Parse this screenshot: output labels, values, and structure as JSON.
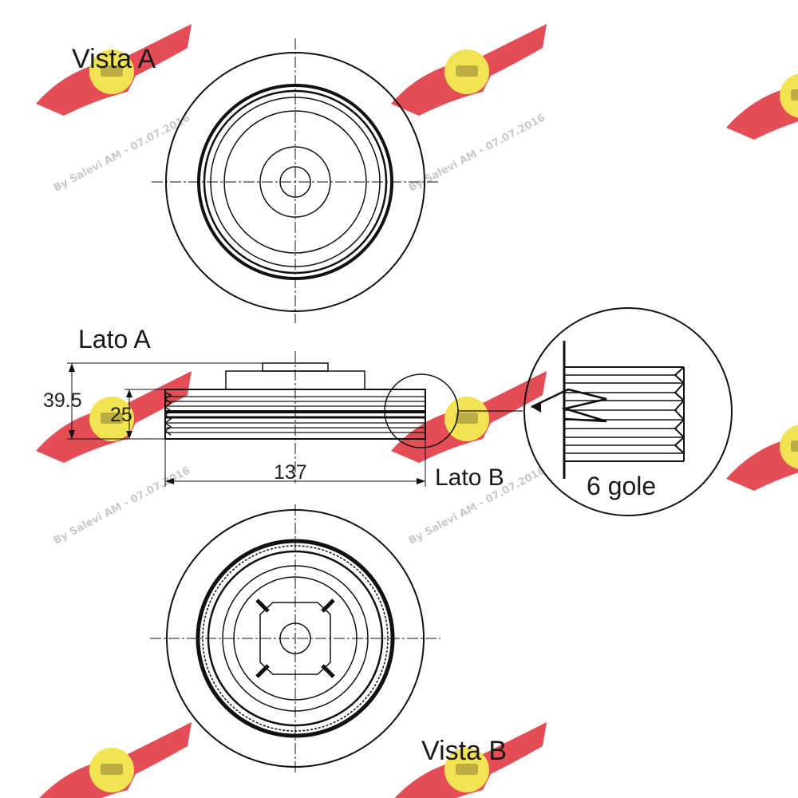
{
  "labels": {
    "vista_a": "Vista A",
    "lato_a": "Lato A",
    "lato_b": "Lato B",
    "vista_b": "Vista B",
    "grooves": "6 gole"
  },
  "dimensions": {
    "height_total": "39.5",
    "height_belt": "25",
    "outer_diameter": "137"
  },
  "watermark": {
    "text": "By Salevi AM - 07.07.2016",
    "logo_colors": {
      "wing": "#e0303a",
      "badge": "#f2e24a"
    }
  },
  "colors": {
    "line": "#111111",
    "background": "#ffffff"
  }
}
